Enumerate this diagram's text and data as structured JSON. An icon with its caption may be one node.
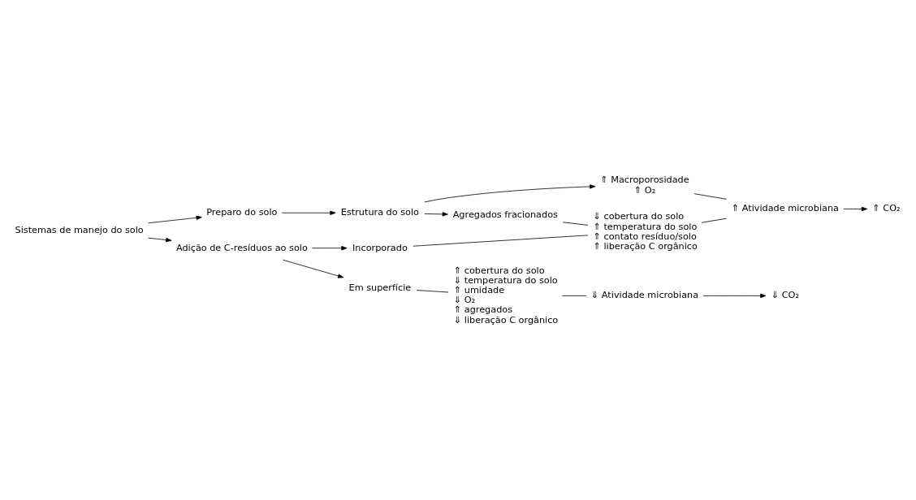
{
  "diagram": {
    "nodes": [
      {
        "text": [
          "Sistemas de manejo do solo"
        ]
      },
      {
        "text": [
          "Preparo do solo"
        ]
      },
      {
        "text": [
          "Adição de C-resíduos ao solo"
        ]
      },
      {
        "text": [
          "Estrutura do solo"
        ]
      },
      {
        "text": [
          "⇑ Macroporosidade",
          "⇑ O₂"
        ]
      },
      {
        "text": [
          "Agregados fracionados"
        ]
      },
      {
        "text": [
          "Incorporado"
        ]
      },
      {
        "text": [
          "Em superfície"
        ]
      },
      {
        "text": [
          "⇓ cobertura do solo",
          "⇑ temperatura do solo",
          "⇑ contato resíduo/solo",
          "⇑ liberação C orgânico"
        ]
      },
      {
        "text": [
          "⇑ cobertura do solo",
          "⇓ temperatura do solo",
          "⇑ umidade",
          "⇓ O₂",
          "⇑ agregados",
          "⇓ liberação C orgânico"
        ]
      },
      {
        "text": [
          "⇑ Atividade microbiana"
        ]
      },
      {
        "text": [
          "⇓ Atividade microbiana"
        ]
      },
      {
        "text": [
          "⇑ CO₂"
        ]
      },
      {
        "text": [
          "⇓ CO₂"
        ]
      }
    ],
    "edges": [
      {
        "from": 0,
        "to": 1,
        "arrow": "to"
      },
      {
        "from": 0,
        "to": 2,
        "arrow": "to"
      },
      {
        "from": 1,
        "to": 3,
        "arrow": "to"
      },
      {
        "from": 3,
        "to": 4,
        "arrow": "to"
      },
      {
        "from": 3,
        "to": 5,
        "arrow": "to"
      },
      {
        "from": 2,
        "to": 6,
        "arrow": "to"
      },
      {
        "from": 2,
        "to": 7,
        "arrow": "to"
      },
      {
        "from": 5,
        "to": 8,
        "arrow": "none"
      },
      {
        "from": 6,
        "to": 8,
        "arrow": "none"
      },
      {
        "from": 7,
        "to": 9,
        "arrow": "none"
      },
      {
        "from": 4,
        "to": 10,
        "arrow": "none"
      },
      {
        "from": 8,
        "to": 10,
        "arrow": "none"
      },
      {
        "from": 9,
        "to": 11,
        "arrow": "none"
      },
      {
        "from": 10,
        "to": 12,
        "arrow": "to"
      },
      {
        "from": 11,
        "to": 13,
        "arrow": "to"
      }
    ]
  }
}
